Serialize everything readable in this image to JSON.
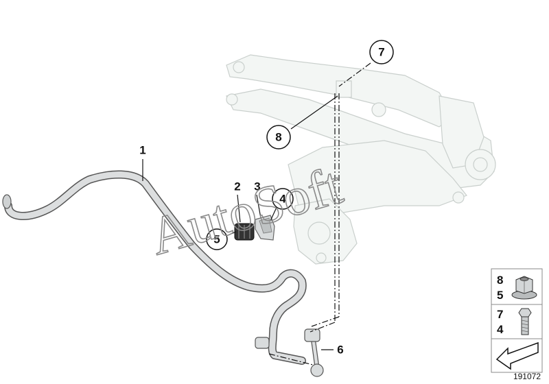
{
  "callouts": {
    "c1": "1",
    "c2": "2",
    "c3": "3",
    "c4": "4",
    "c5": "5",
    "c6": "6",
    "c7": "7",
    "c8": "8"
  },
  "legend": {
    "row1": {
      "top": "8",
      "bottom": "5",
      "icon": "flange-nut-icon"
    },
    "row2": {
      "top": "7",
      "bottom": "4",
      "icon": "bolt-icon"
    },
    "row3": {
      "icon": "arrow-left-icon"
    }
  },
  "watermark": "AutoSoft",
  "drawing_number": "191072",
  "colors": {
    "line": "#111111",
    "part_fill": "#dcdedf",
    "ghost_fill": "#f3f6f4",
    "watermark": "#8a8a8a"
  }
}
